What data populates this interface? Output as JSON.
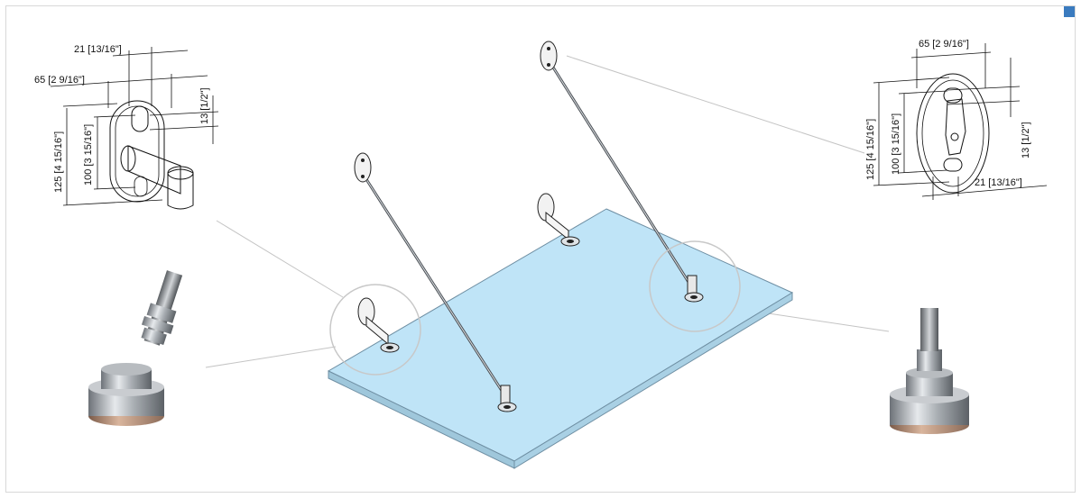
{
  "colors": {
    "frame_border": "#d8d8d8",
    "corner_accent": "#3a7bbf",
    "glass_fill": "#bfe4f7",
    "glass_edge": "#6f8fa3",
    "steel": "#9aa0a6",
    "leader_line": "#c4c4c4"
  },
  "left_detail": {
    "dim_width_hole": "21 [13/16\"]",
    "dim_width_plate": "65 [2  9/16\"]",
    "dim_hole_height": "13 [1/2\"]",
    "dim_plate_height": "125 [4  15/16\"]",
    "dim_hole_spacing": "100 [3  15/16\"]"
  },
  "right_detail": {
    "dim_width_plate": "65 [2  9/16\"]",
    "dim_hole_height": "13 [1/2\"]",
    "dim_plate_height": "125 [4  15/16\"]",
    "dim_hole_spacing": "100 [3  15/16\"]",
    "dim_width_hole": "21 [13/16\"]"
  },
  "icons": {
    "left_bracket": "wall-bracket-with-arm-icon",
    "right_bracket": "oval-wall-plate-icon",
    "left_fitting": "glass-clamp-fitting-photo-icon",
    "right_fitting": "glass-clamp-fitting-photo-icon",
    "canopy": "glass-canopy-assembly-icon"
  }
}
